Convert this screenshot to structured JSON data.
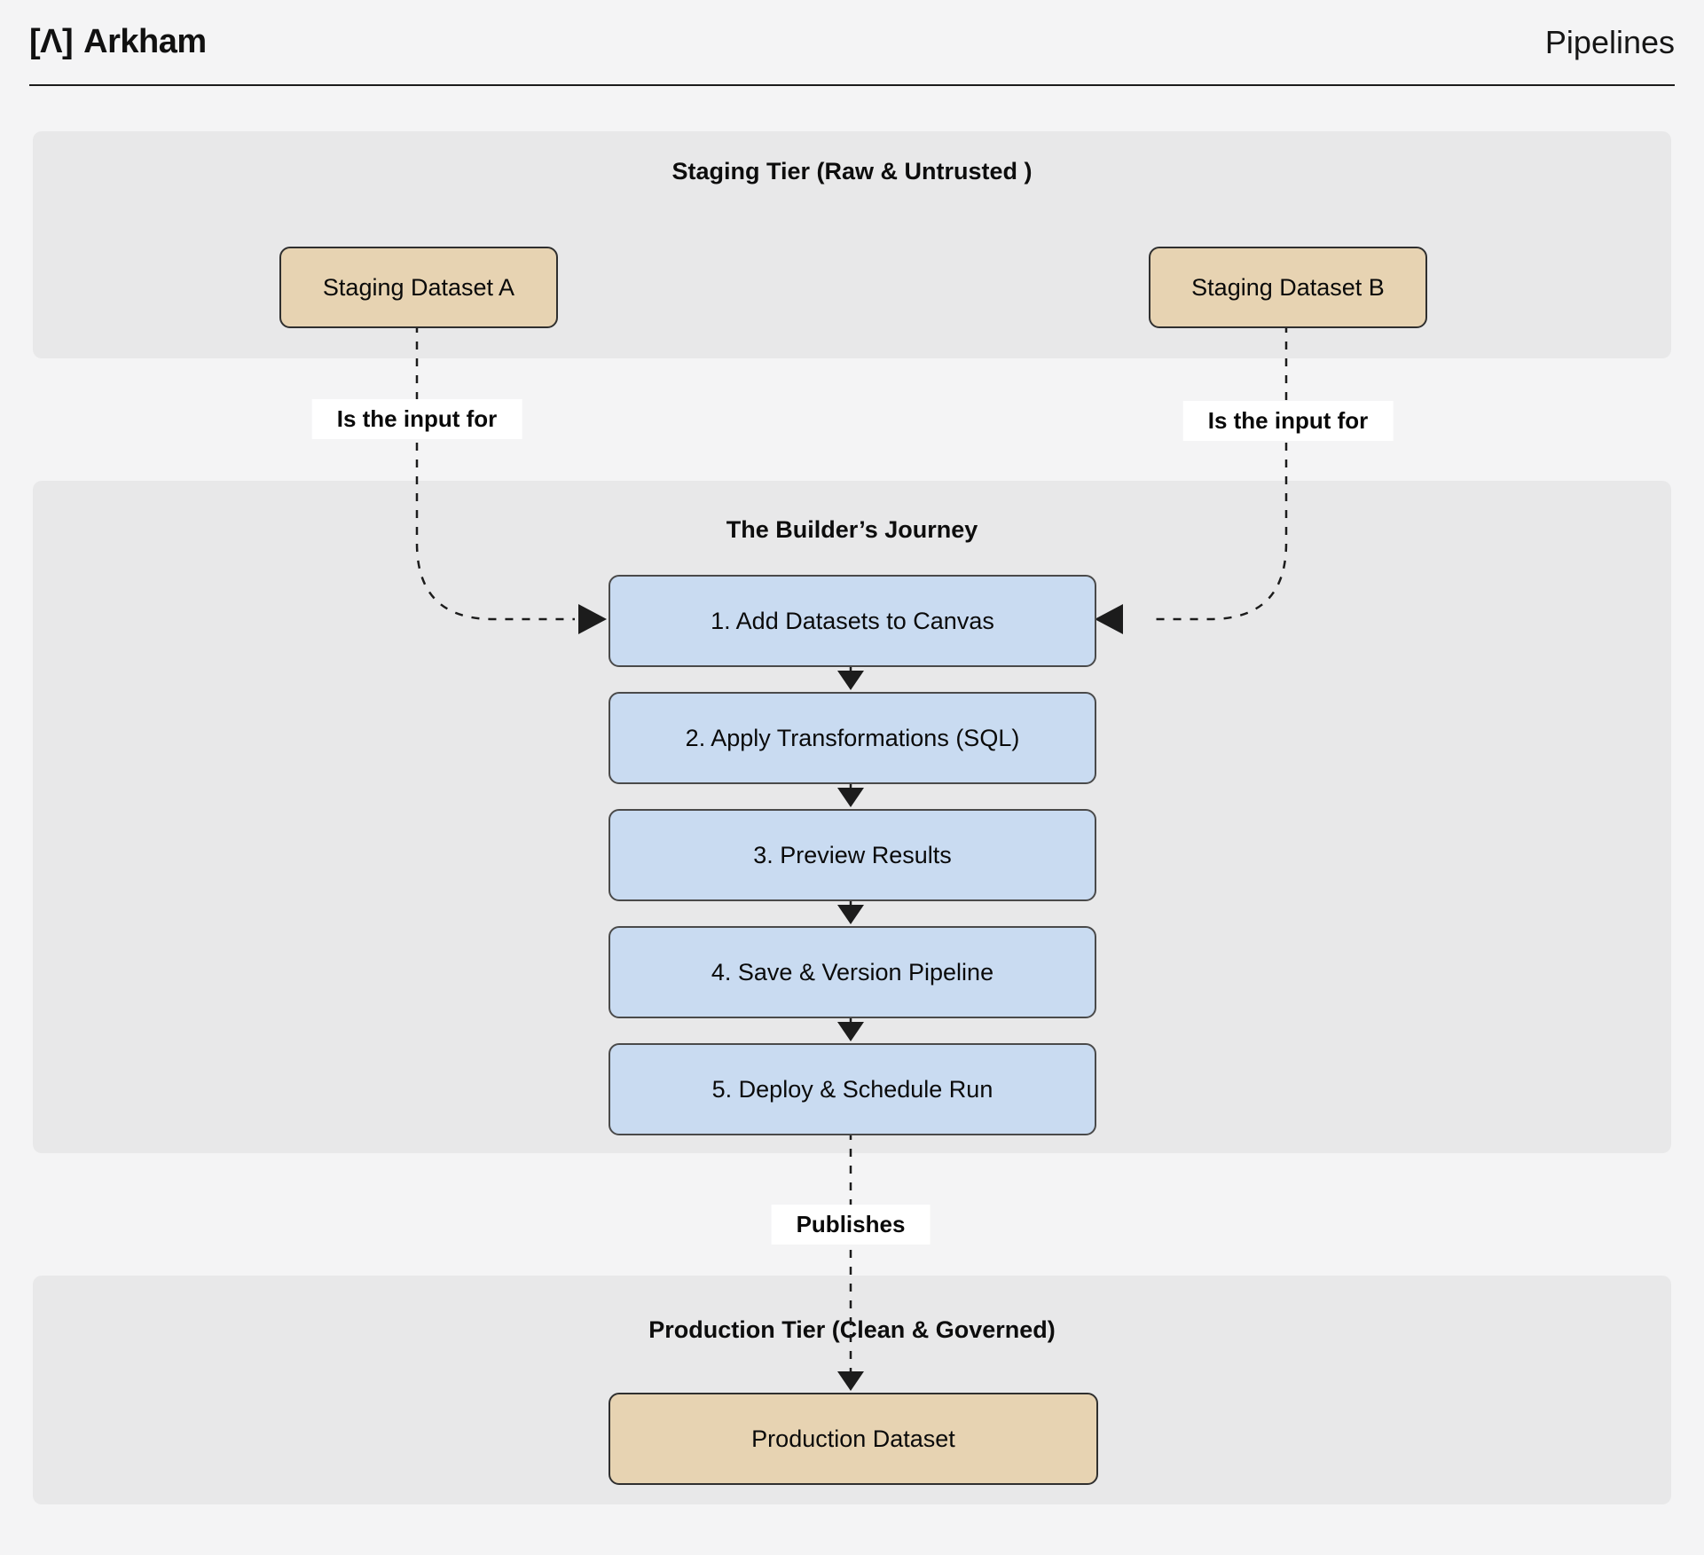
{
  "header": {
    "logo_glyph": "[Λ]",
    "logo_text": "Arkham",
    "page_title": "Pipelines"
  },
  "sections": {
    "staging": {
      "title": "Staging Tier (Raw & Untrusted )",
      "datasets": [
        {
          "label": "Staging Dataset A"
        },
        {
          "label": "Staging Dataset B"
        }
      ]
    },
    "builder": {
      "title": "The Builder’s Journey",
      "steps": [
        "1. Add Datasets to Canvas",
        "2. Apply Transformations (SQL)",
        "3. Preview Results",
        "4. Save & Version Pipeline",
        "5. Deploy & Schedule Run"
      ]
    },
    "production": {
      "title": "Production Tier (Clean & Governed)",
      "dataset_label": "Production Dataset"
    }
  },
  "edges": {
    "input_label": "Is the input for",
    "publishes_label": "Publishes"
  },
  "colors": {
    "page_bg": "#f4f4f5",
    "panel_bg": "#e8e8e9",
    "dataset_node_fill": "#e7d3b2",
    "step_node_fill": "#c9dbf1",
    "edge_stroke": "#1c1c1c",
    "header_rule": "#1b1b1b",
    "label_bg": "#ffffff"
  }
}
